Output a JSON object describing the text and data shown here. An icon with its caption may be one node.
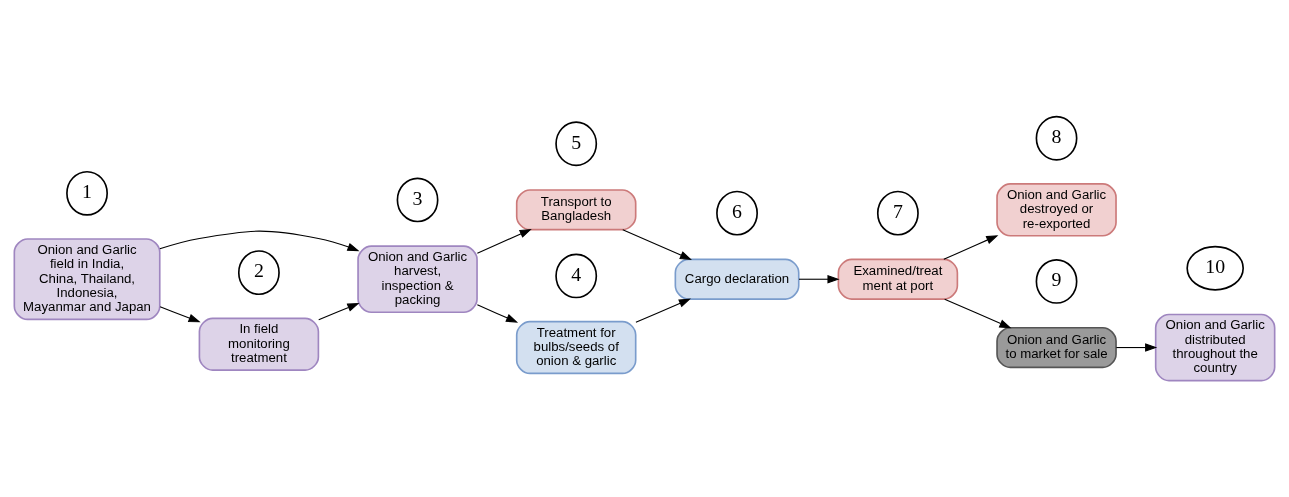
{
  "diagram": {
    "nodes": [
      {
        "text": [
          "1"
        ]
      },
      {
        "text": [
          "Onion and Garlic field in India, China, Thailand, Indonesia, Mayanmar and Japan"
        ]
      },
      {
        "text": [
          "2"
        ]
      },
      {
        "text": [
          "In field monitoring treatment"
        ]
      },
      {
        "text": [
          "3"
        ]
      },
      {
        "text": [
          "Onion and Garlic harvest, inspection & packing"
        ]
      },
      {
        "text": [
          "4"
        ]
      },
      {
        "text": [
          "Treatment for bulbs/seeds of onion & garlic"
        ]
      },
      {
        "text": [
          "5"
        ]
      },
      {
        "text": [
          "Transport to Bangladesh"
        ]
      },
      {
        "text": [
          "6"
        ]
      },
      {
        "text": [
          "Cargo declaration"
        ]
      },
      {
        "text": [
          "7"
        ]
      },
      {
        "text": [
          "Examined/treat ment at port"
        ]
      },
      {
        "text": [
          "8"
        ]
      },
      {
        "text": [
          "Onion and Garlic destroyed or re-exported"
        ]
      },
      {
        "text": [
          "9"
        ]
      },
      {
        "text": [
          "Onion and Garlic to market for sale"
        ]
      },
      {
        "text": [
          "10"
        ]
      },
      {
        "text": [
          "Onion and Garlic distributed throughout the country"
        ]
      }
    ],
    "edges": [
      {
        "from": 1,
        "to": 3,
        "arrow": "to"
      },
      {
        "from": 1,
        "to": 5,
        "arrow": "to"
      },
      {
        "from": 3,
        "to": 5,
        "arrow": "to"
      },
      {
        "from": 5,
        "to": 7,
        "arrow": "to"
      },
      {
        "from": 5,
        "to": 9,
        "arrow": "to"
      },
      {
        "from": 7,
        "to": 11,
        "arrow": "to"
      },
      {
        "from": 9,
        "to": 11,
        "arrow": "to"
      },
      {
        "from": 11,
        "to": 13,
        "arrow": "to"
      },
      {
        "from": 13,
        "to": 15,
        "arrow": "to"
      },
      {
        "from": 13,
        "to": 17,
        "arrow": "to"
      },
      {
        "from": 17,
        "to": 19,
        "arrow": "to"
      }
    ]
  }
}
